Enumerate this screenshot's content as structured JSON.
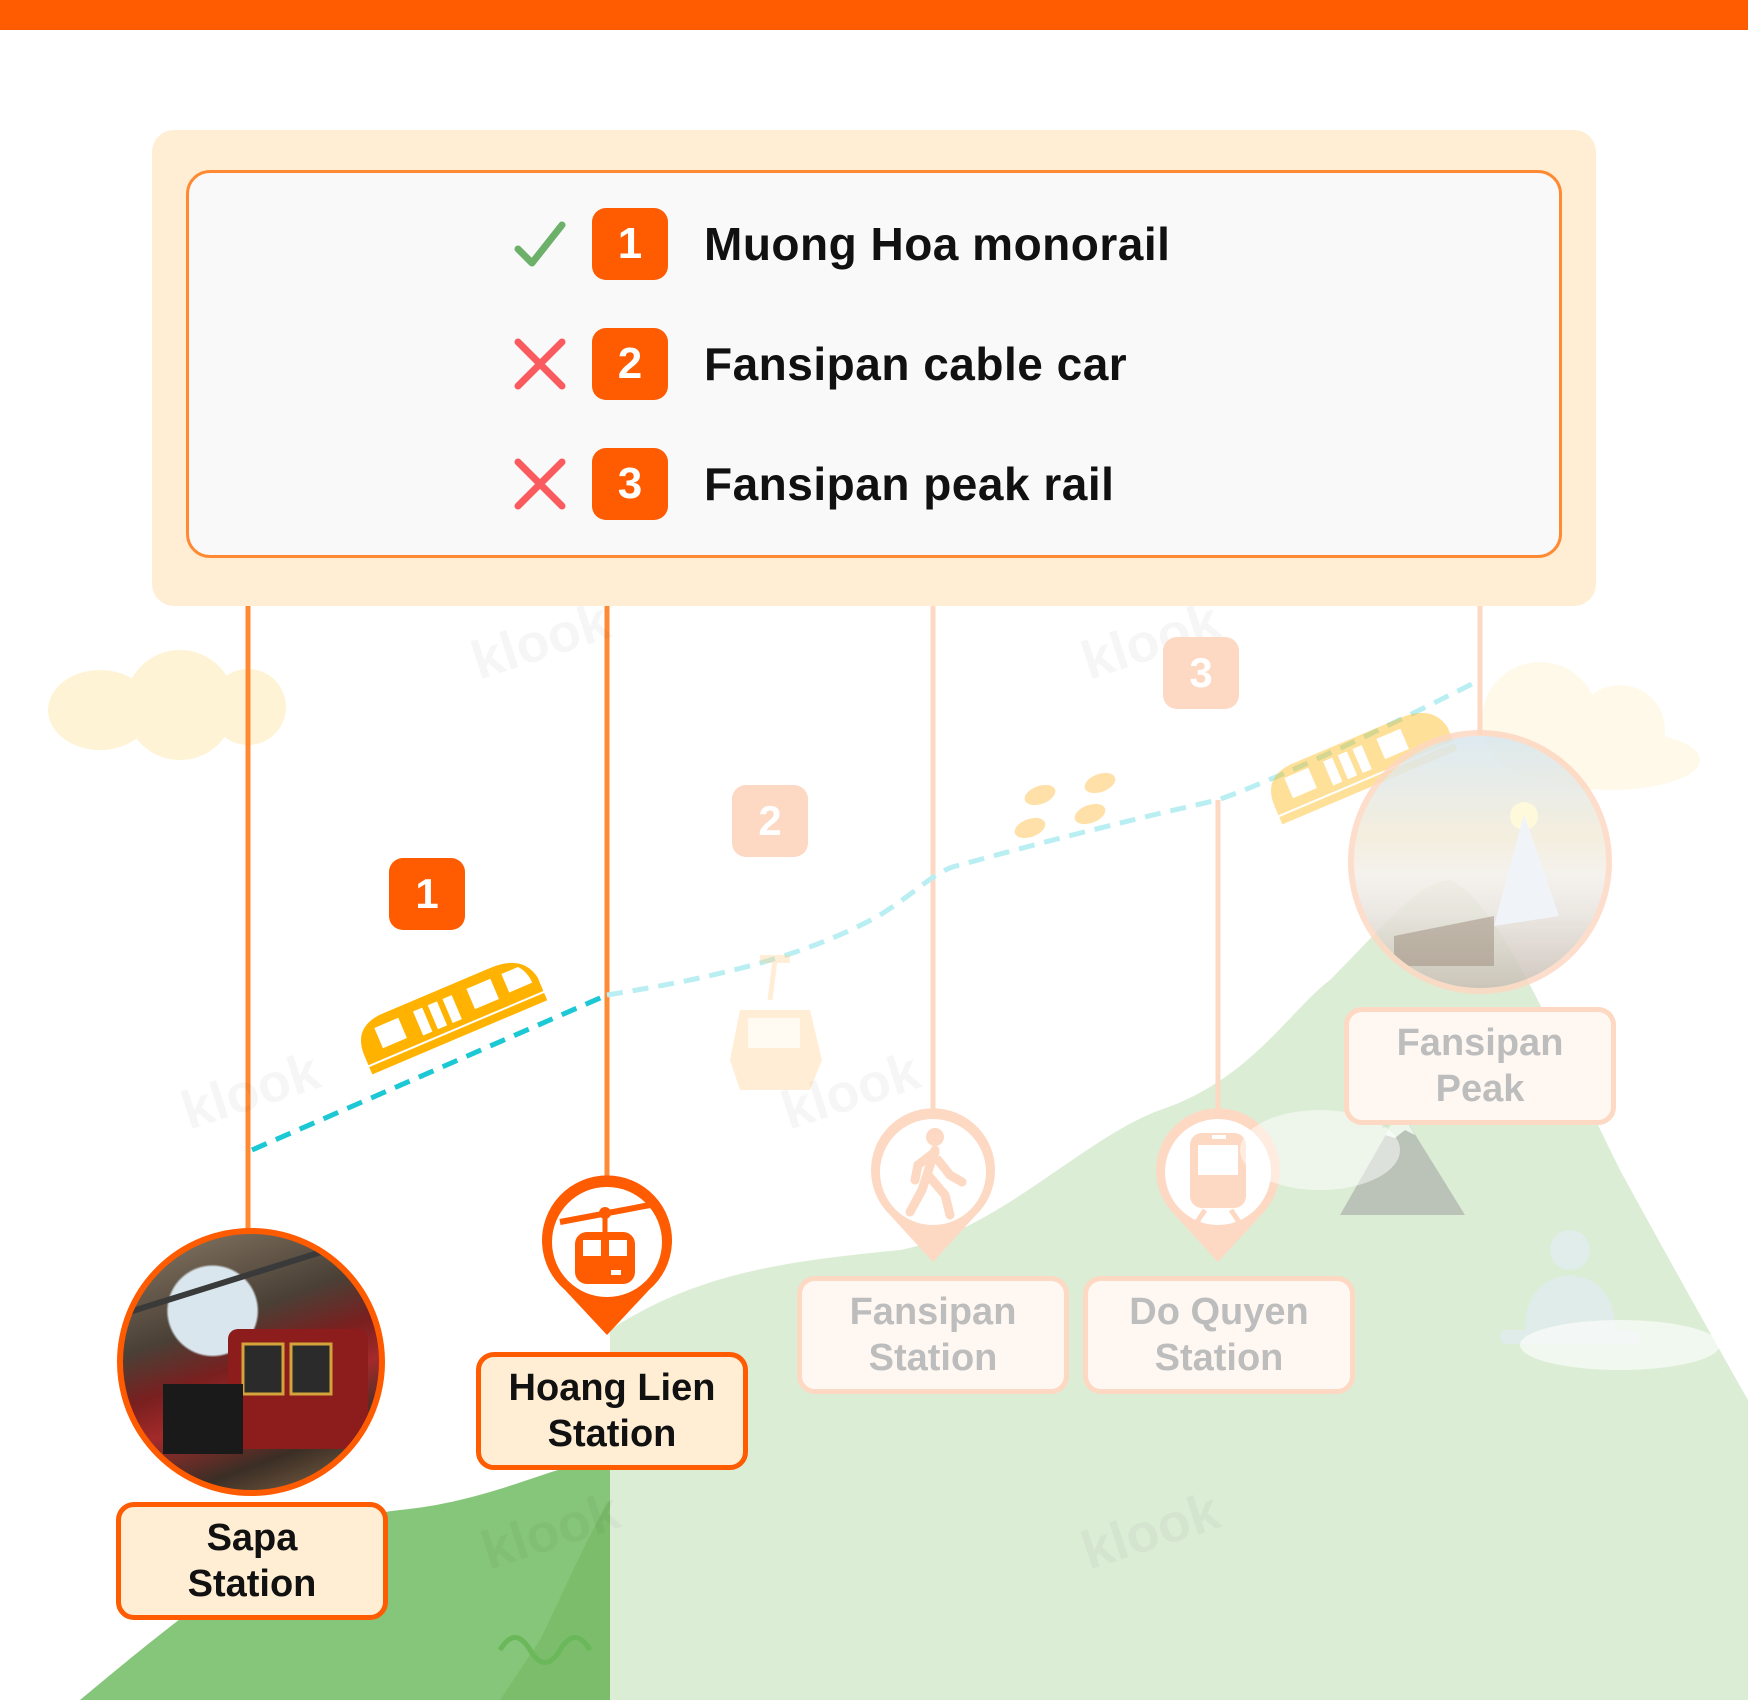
{
  "header": {
    "accent_color": "#ff5b00"
  },
  "legend": {
    "rows": [
      {
        "status": "included",
        "status_icon": "check-icon",
        "number": "1",
        "label": "Muong Hoa monorail"
      },
      {
        "status": "excluded",
        "status_icon": "cross-icon",
        "number": "2",
        "label": "Fansipan cable car"
      },
      {
        "status": "excluded",
        "status_icon": "cross-icon",
        "number": "3",
        "label": "Fansipan peak rail"
      }
    ]
  },
  "route_badges": [
    {
      "number": "1",
      "state": "active"
    },
    {
      "number": "2",
      "state": "faded"
    },
    {
      "number": "3",
      "state": "faded"
    }
  ],
  "stations": [
    {
      "line1": "Sapa",
      "line2": "Station",
      "state": "active",
      "marker": "photo-train-station"
    },
    {
      "line1": "Hoang Lien",
      "line2": "Station",
      "state": "active",
      "marker": "cable-car-icon"
    },
    {
      "line1": "Fansipan",
      "line2": "Station",
      "state": "faded",
      "marker": "walking-person-icon"
    },
    {
      "line1": "Do Quyen",
      "line2": "Station",
      "state": "faded",
      "marker": "train-icon"
    },
    {
      "line1": "Fansipan",
      "line2": "Peak",
      "state": "faded",
      "marker": "photo-summit"
    }
  ],
  "watermark": "klook",
  "colors": {
    "active_orange": "#ff5b00",
    "line_orange": "#ff8a33",
    "faded_orange": "#fdd8c2",
    "legend_bg": "#ffeed3",
    "check_green": "#6db06a",
    "cross_red": "#f95b5f",
    "route_teal": "#1cc8d4",
    "route_teal_faded": "#b9eef2",
    "vehicle_yellow": "#ffb300",
    "hill_green": "#86c67a",
    "hill_green_faded": "#dcedd6"
  }
}
